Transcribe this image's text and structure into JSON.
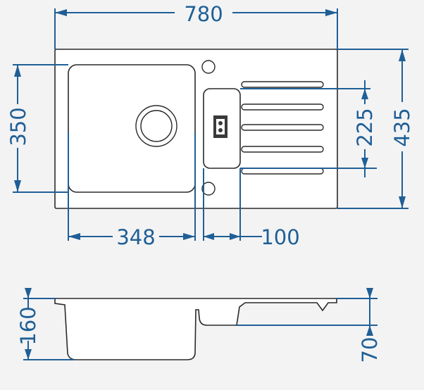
{
  "dimensions": {
    "overall_width": "780",
    "overall_depth": "435",
    "bowl_depth": "350",
    "drainer_depth": "225",
    "bowl_width": "348",
    "bowl_offset": "100",
    "bowl_height": "160",
    "drainer_height": "70"
  },
  "colors": {
    "dimension": "#1f5f96",
    "outline": "#2a2a2a",
    "background": "#f3f3f4"
  }
}
